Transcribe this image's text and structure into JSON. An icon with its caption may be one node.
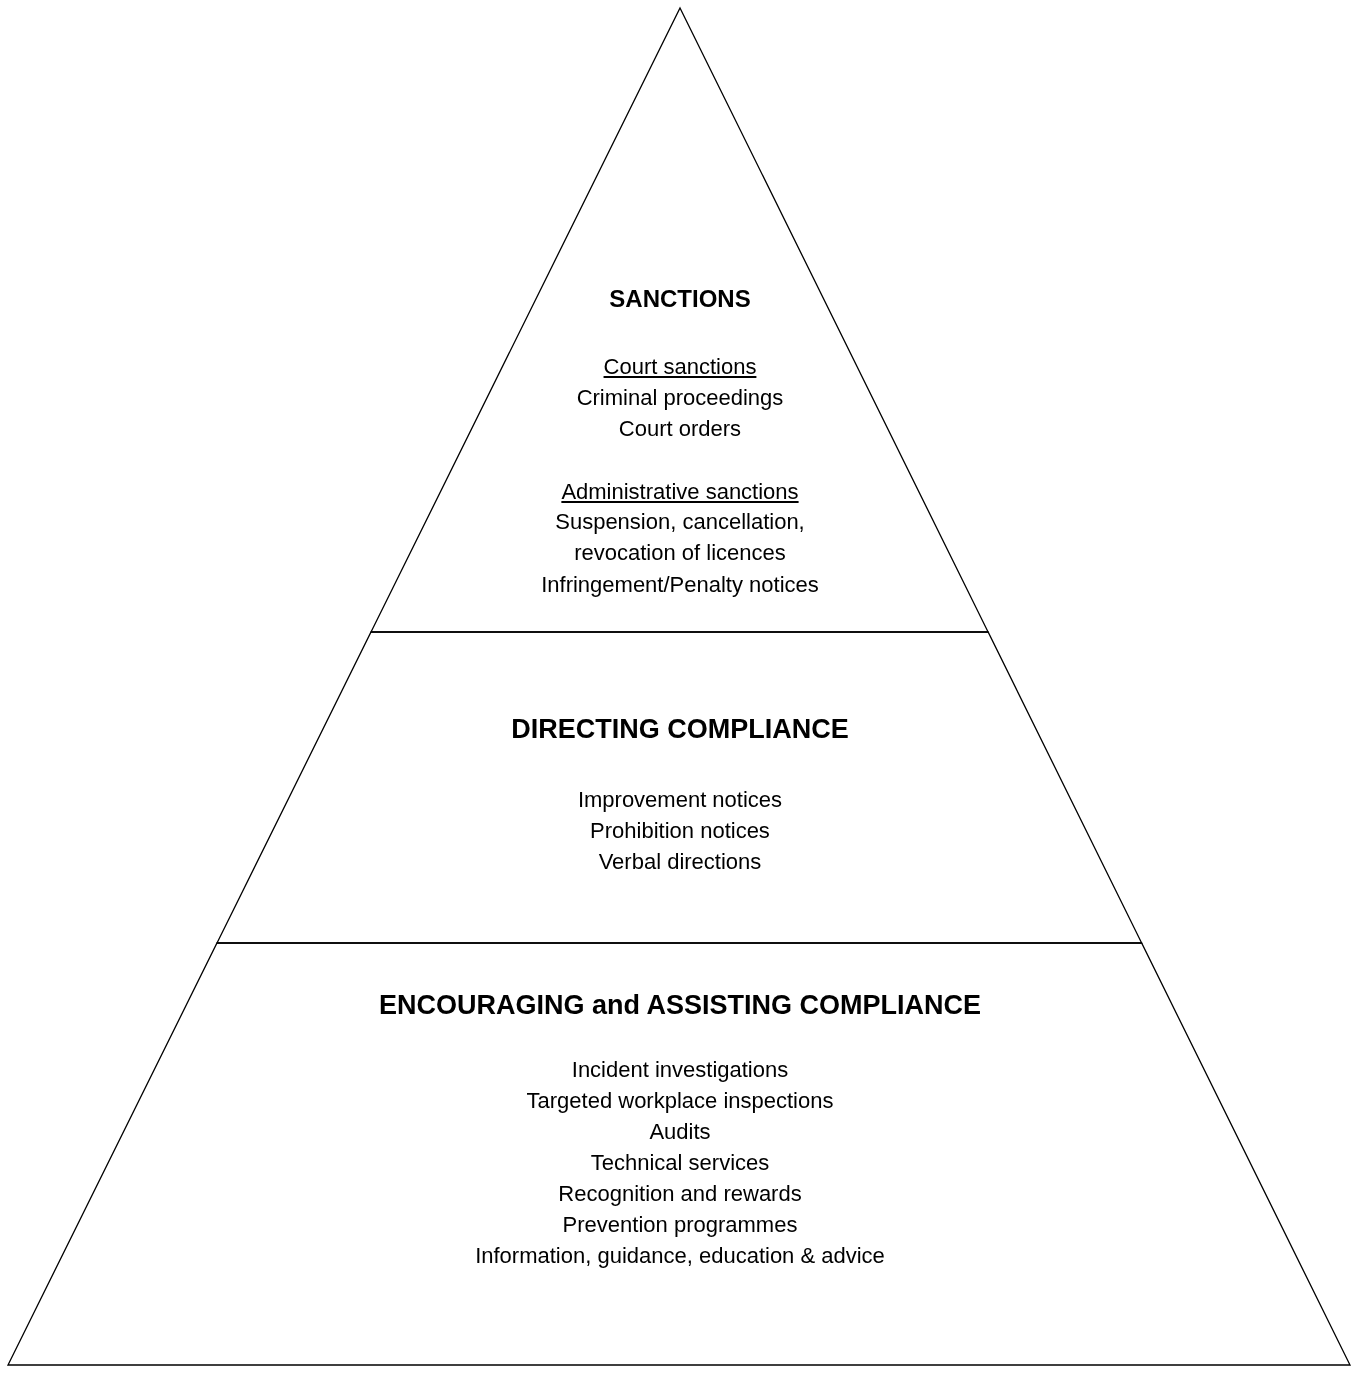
{
  "diagram": {
    "nodes": [
      {
        "text": [
          "SANCTIONS",
          "Court sanctions",
          "Criminal proceedings",
          "Court orders",
          "Administrative sanctions",
          "Suspension, cancellation, revocation of licences",
          "Infringement/Penalty notices"
        ]
      },
      {
        "text": [
          "DIRECTING COMPLIANCE",
          "Improvement notices",
          "Prohibition notices",
          "Verbal directions"
        ]
      },
      {
        "text": [
          "ENCOURAGING and ASSISTING COMPLIANCE",
          "Incident investigations",
          "Targeted workplace inspections",
          "Audits",
          "Technical services",
          "Recognition and rewards",
          "Prevention programmes",
          "Information, guidance, education & advice"
        ]
      }
    ],
    "edges": []
  }
}
